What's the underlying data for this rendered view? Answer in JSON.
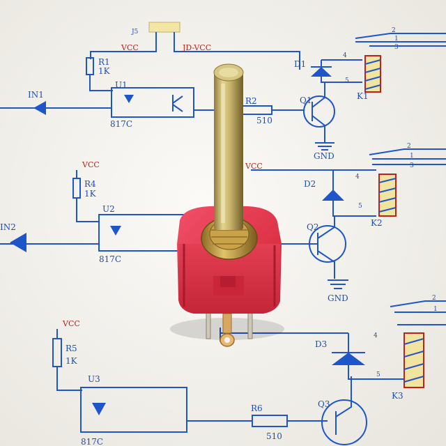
{
  "schematic": {
    "header": {
      "j": "J5",
      "vcc_left": "VCC",
      "vcc_right": "JD-VCC"
    },
    "channels": [
      {
        "r_label": "R1",
        "r_value": "1K",
        "opto": "U1",
        "opto_part": "817C",
        "led": "IN1",
        "diode": "D1",
        "transistor": "Q1",
        "relay": "K1",
        "rb_label": "R2",
        "rb_value": "510",
        "gnd": "GND",
        "pin_a": "4",
        "pin_b": "5",
        "contacts": [
          "2",
          "1",
          "3"
        ]
      },
      {
        "vcc": "VCC",
        "r_label": "R4",
        "r_value": "1K",
        "opto": "U2",
        "opto_part": "817C",
        "led": "IN2",
        "diode": "D2",
        "transistor": "Q2",
        "relay": "K2",
        "gnd": "GND",
        "pin_a": "4",
        "pin_b": "5",
        "vcc_right": "VCC",
        "contacts": [
          "2",
          "1",
          "3"
        ]
      },
      {
        "vcc": "VCC",
        "r_label": "R5",
        "r_value": "1K",
        "opto": "U3",
        "opto_part": "817C",
        "diode": "D3",
        "transistor": "Q3",
        "relay": "K3",
        "rb_label": "R6",
        "rb_value": "510",
        "pin_a": "4",
        "pin_b": "5",
        "contacts": [
          "2",
          "1"
        ]
      }
    ]
  },
  "colors": {
    "paper": "#f4f2ee",
    "trace_blue": "#1e55c8",
    "label_red": "#c0201a",
    "housing_red": "#e23a4a",
    "shaft_brass": "#c9b56a",
    "coil_yellow": "#f1e3a0"
  },
  "object": {
    "kind": "rotary-potentiometer"
  }
}
